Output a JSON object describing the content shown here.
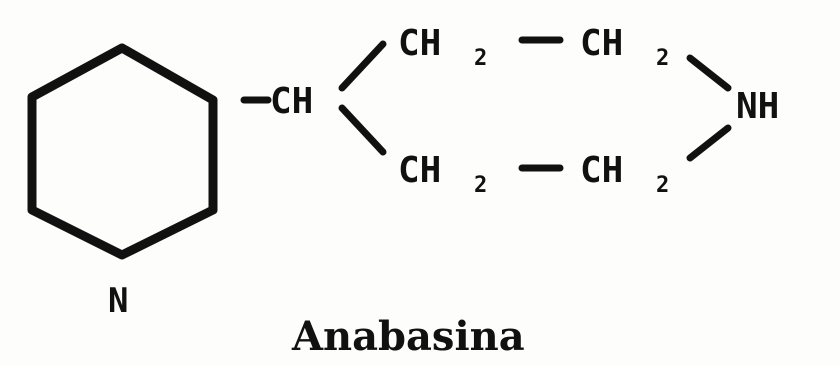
{
  "molecule": {
    "ring_atom": "N",
    "ch_group": "CH",
    "branch_prefix": "-",
    "ch2": "CH",
    "subscript_2": "2",
    "nh": "NH",
    "dash": "—"
  },
  "caption": "Anabasina"
}
